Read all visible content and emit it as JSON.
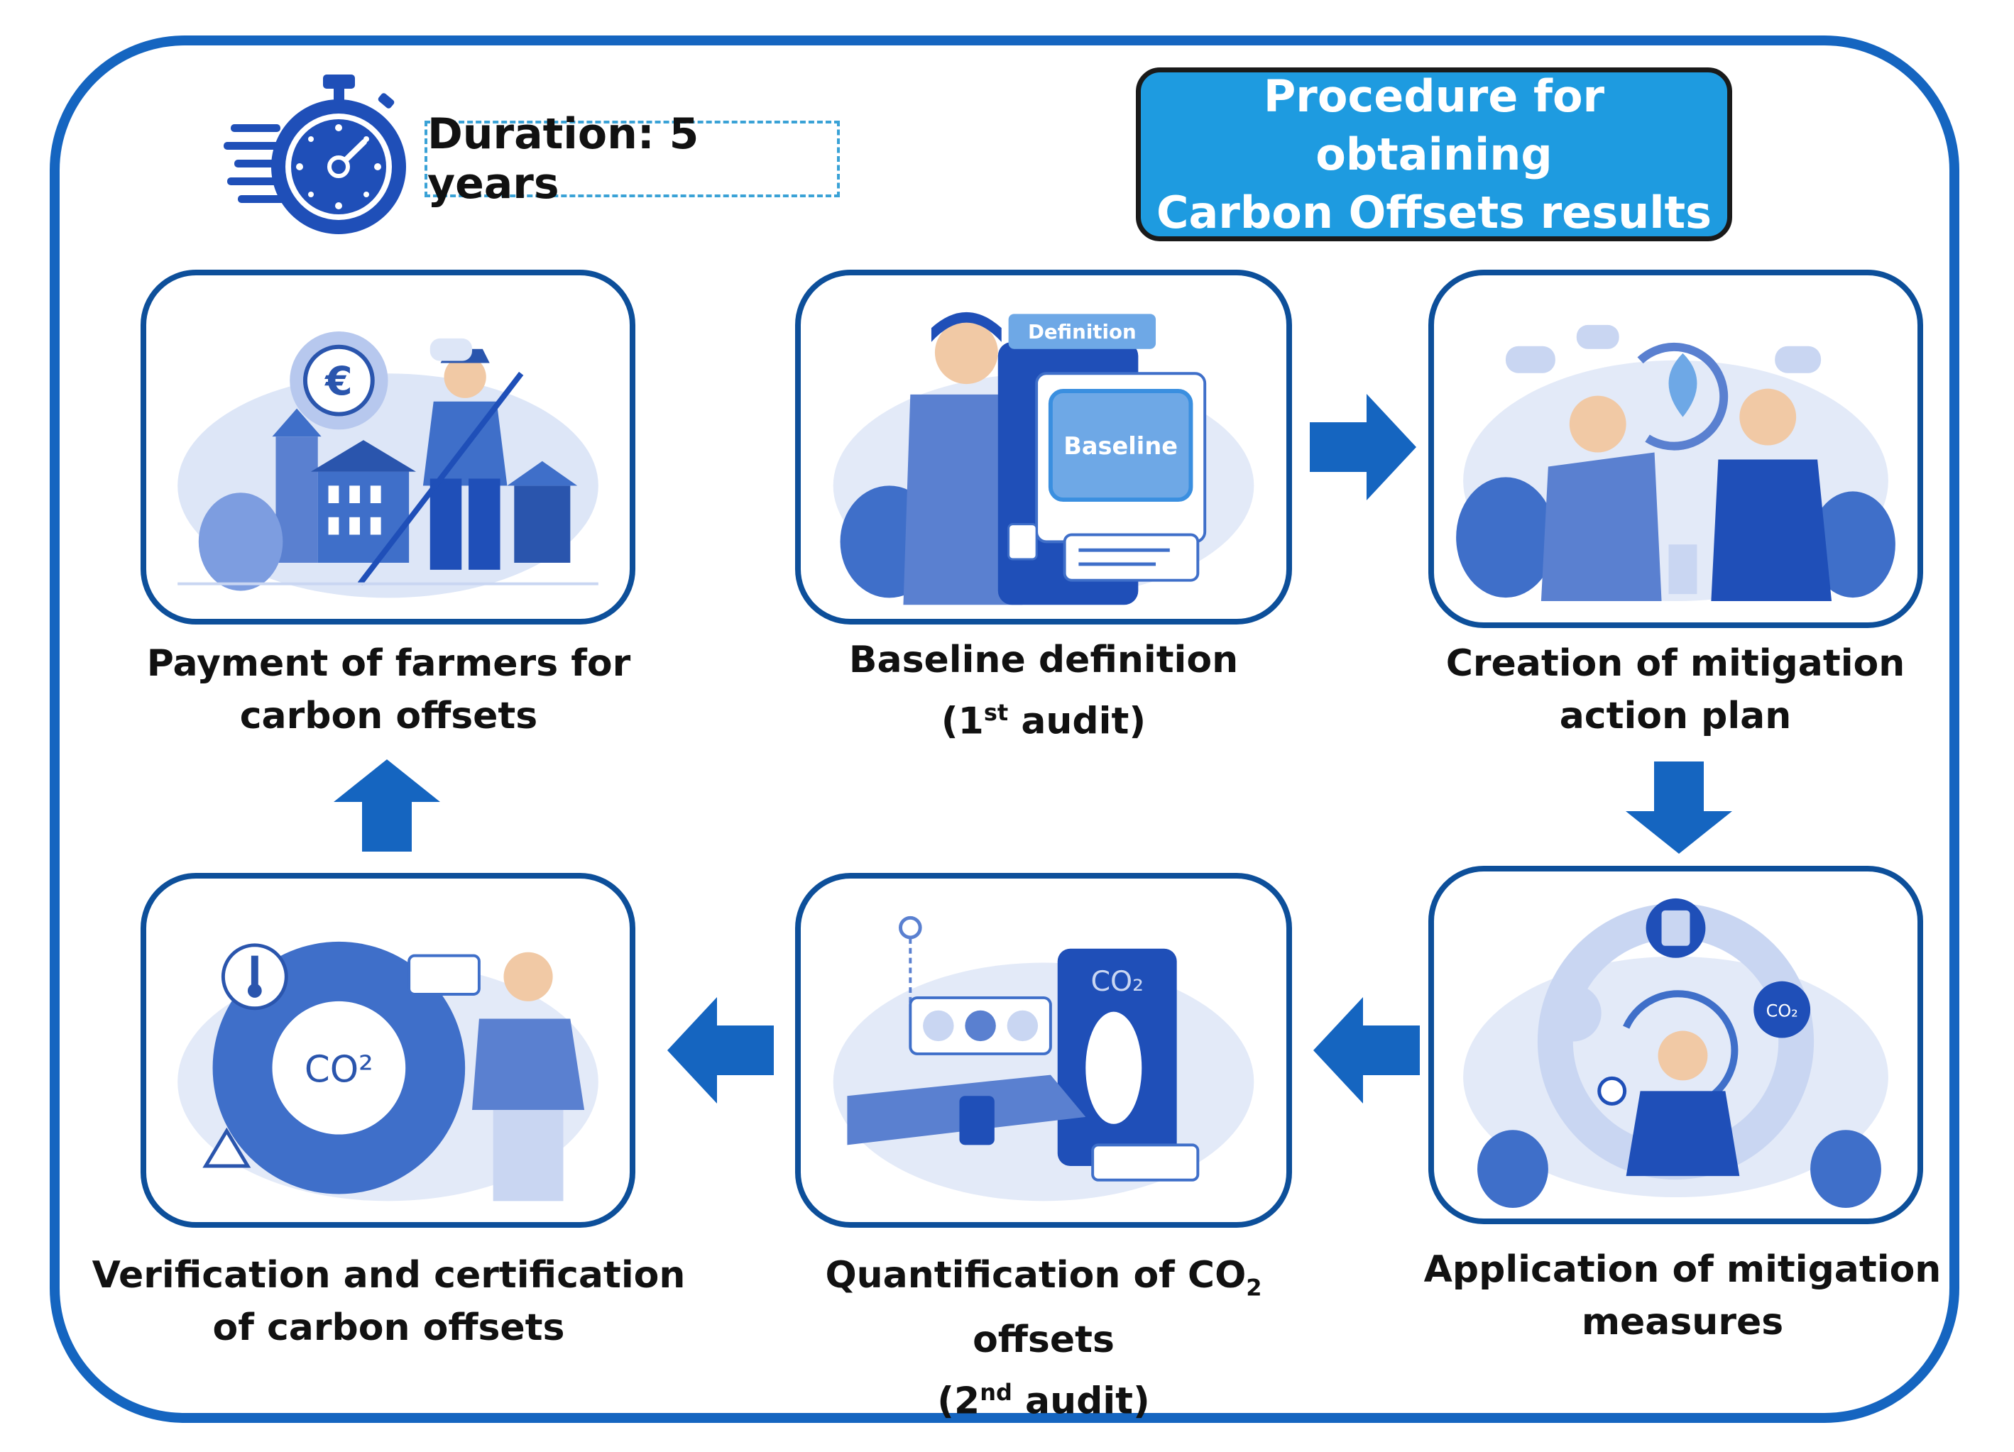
{
  "title": {
    "line1": "Procedure for obtaining",
    "line2": "Carbon Offsets results"
  },
  "duration": {
    "text": "Duration: 5 years",
    "icon": "stopwatch-icon"
  },
  "steps": {
    "payment": {
      "line1": "Payment of farmers for",
      "line2": "carbon offsets",
      "icon_text": "€"
    },
    "baseline": {
      "line1": "Baseline definition",
      "audit_number": "1",
      "audit_suffix": "st",
      "audit_word": "audit",
      "screen_tag": "Definition",
      "screen_label": "Baseline"
    },
    "creation": {
      "line1": "Creation of mitigation",
      "line2": "action plan"
    },
    "application": {
      "line1": "Application of mitigation",
      "line2": "measures",
      "badge_text": "CO₂"
    },
    "quantification": {
      "line1_pre": "Quantification of CO",
      "line1_sub": "2",
      "line1_post": " offsets",
      "audit_number": "2",
      "audit_suffix": "nd",
      "audit_word": "audit",
      "phone_text": "CO₂"
    },
    "verification": {
      "line1": "Verification and certification",
      "line2": "of carbon offsets",
      "globe_text": "CO²"
    }
  },
  "colors": {
    "frame": "#1565c0",
    "title_bg": "#1e9be0",
    "arrow": "#1565c0",
    "illustration": "#3f6fc9",
    "illustration_light": "#c9d6f2"
  }
}
